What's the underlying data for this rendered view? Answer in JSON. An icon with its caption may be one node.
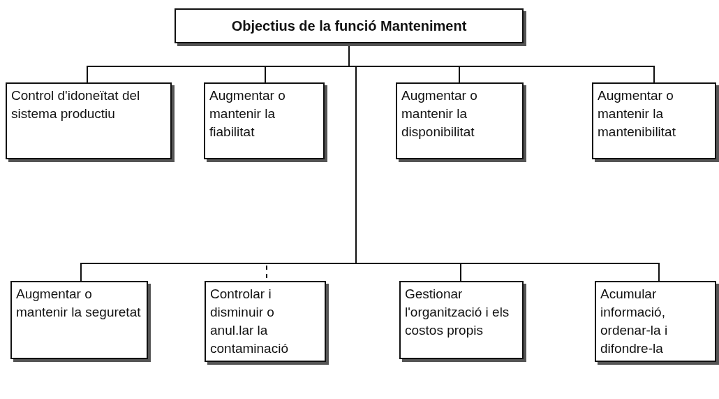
{
  "diagram": {
    "nodes": [
      {
        "text": [
          "Objectius de la funció Manteniment"
        ]
      },
      {
        "text": [
          "Control d'idoneïtat del sistema productiu"
        ]
      },
      {
        "text": [
          "Augmentar o mantenir la fiabilitat"
        ]
      },
      {
        "text": [
          "Augmentar o mantenir la disponibilitat"
        ]
      },
      {
        "text": [
          "Augmentar o mantenir la mantenibilitat"
        ]
      },
      {
        "text": [
          "Augmentar o mantenir la seguretat"
        ]
      },
      {
        "text": [
          "Controlar i disminuir o anul.lar la contaminació"
        ]
      },
      {
        "text": [
          "Gestionar l'organització i els costos propis"
        ]
      },
      {
        "text": [
          "Acumular informació, ordenar-la i difondre-la"
        ]
      }
    ],
    "edges": [
      {
        "from": 0,
        "to": 1,
        "arrow": "none"
      },
      {
        "from": 0,
        "to": 2,
        "arrow": "none"
      },
      {
        "from": 0,
        "to": 3,
        "arrow": "none"
      },
      {
        "from": 0,
        "to": 4,
        "arrow": "none"
      },
      {
        "from": 0,
        "to": 5,
        "arrow": "none"
      },
      {
        "from": 0,
        "to": 6,
        "arrow": "none",
        "style": "dashed"
      },
      {
        "from": 0,
        "to": 7,
        "arrow": "none"
      },
      {
        "from": 0,
        "to": 8,
        "arrow": "none"
      }
    ]
  }
}
